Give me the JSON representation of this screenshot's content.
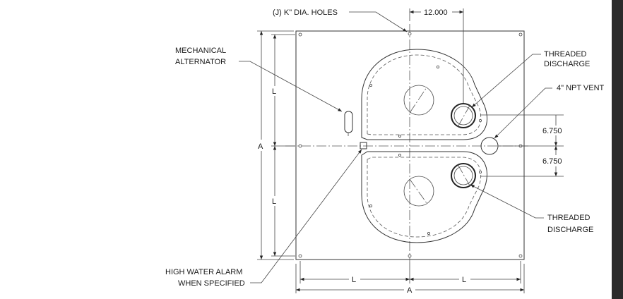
{
  "labels": {
    "holes": "(J) K\" DIA. HOLES",
    "dim_12": "12.000",
    "mech_line1": "MECHANICAL",
    "mech_line2": "ALTERNATOR",
    "threaded_top_line1": "THREADED",
    "threaded_top_line2": "DISCHARGE",
    "vent": "4\" NPT VENT",
    "dim_675_top": "6.750",
    "dim_675_bottom": "6.750",
    "threaded_bottom_line1": "THREADED",
    "threaded_bottom_line2": "DISCHARGE",
    "alarm_line1": "HIGH WATER ALARM",
    "alarm_line2": "WHEN SPECIFIED",
    "dim_a_left": "A",
    "dim_l_upper": "L",
    "dim_l_lower": "L",
    "dim_l_left": "L",
    "dim_l_right": "L",
    "dim_a_bottom": "A"
  }
}
